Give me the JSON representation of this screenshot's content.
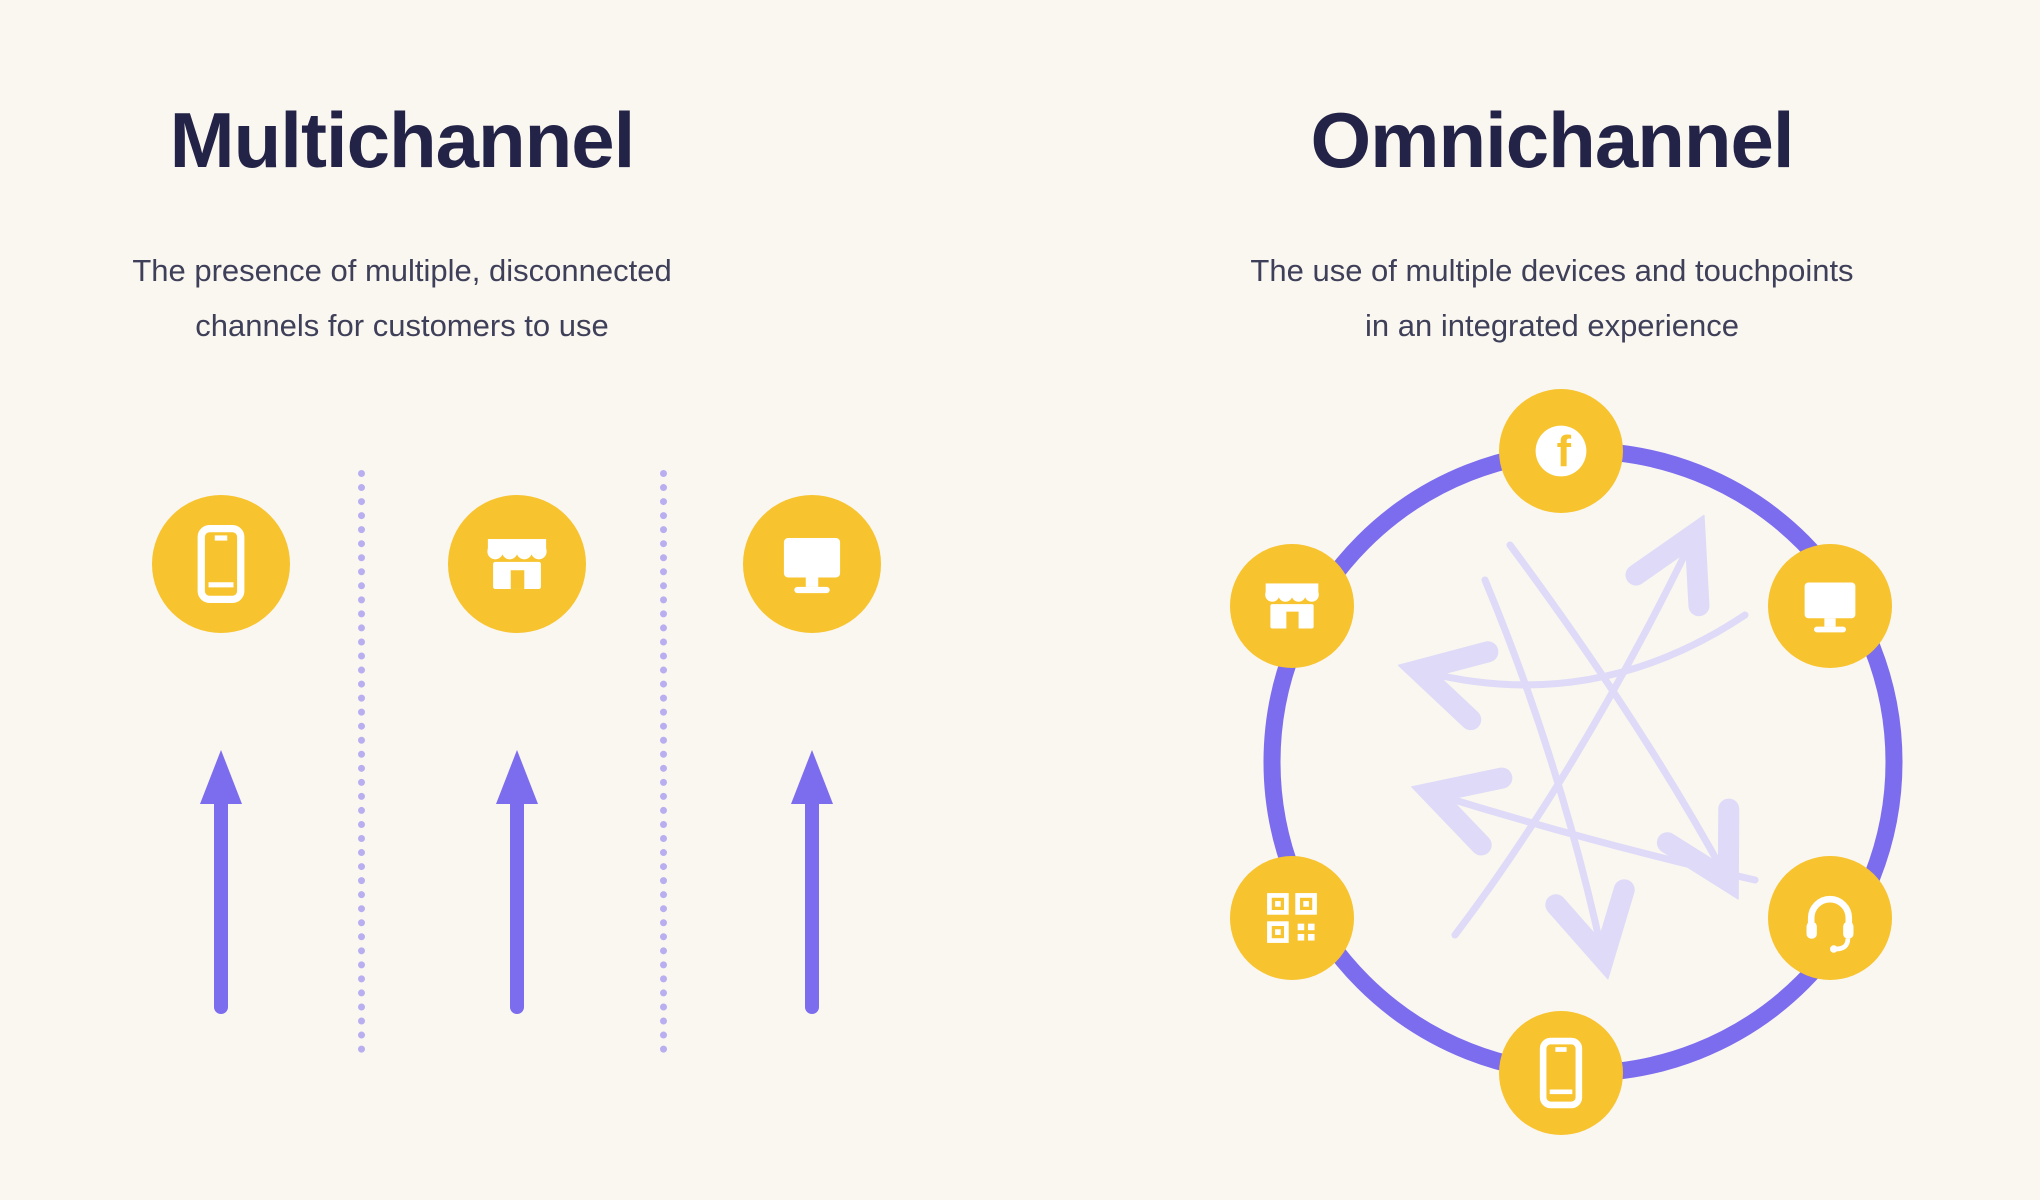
{
  "palette": {
    "background": "#faf6f0",
    "title_text": "#232347",
    "subtitle_text": "#3e3f58",
    "accent_yellow": "#f7c32e",
    "accent_purple": "#7c6cee",
    "dotted_line_purple": "#b9aff0",
    "flow_arrow_lavender": "#dedaf8",
    "icon_white": "#ffffff"
  },
  "left_panel": {
    "title": "Multichannel",
    "subtitle_line1": "The presence of multiple, disconnected",
    "subtitle_line2": "channels for customers to use",
    "channels": [
      {
        "icon": "smartphone-icon"
      },
      {
        "icon": "storefront-icon"
      },
      {
        "icon": "desktop-icon"
      }
    ]
  },
  "right_panel": {
    "title": "Omnichannel",
    "subtitle_line1": "The use of multiple devices and touchpoints",
    "subtitle_line2": "in an integrated experience",
    "nodes": [
      {
        "icon": "facebook-icon",
        "position": "top"
      },
      {
        "icon": "storefront-icon",
        "position": "upper-left"
      },
      {
        "icon": "desktop-icon",
        "position": "upper-right"
      },
      {
        "icon": "qr-code-icon",
        "position": "lower-left"
      },
      {
        "icon": "headset-icon",
        "position": "lower-right"
      },
      {
        "icon": "smartphone-icon",
        "position": "bottom"
      }
    ]
  }
}
